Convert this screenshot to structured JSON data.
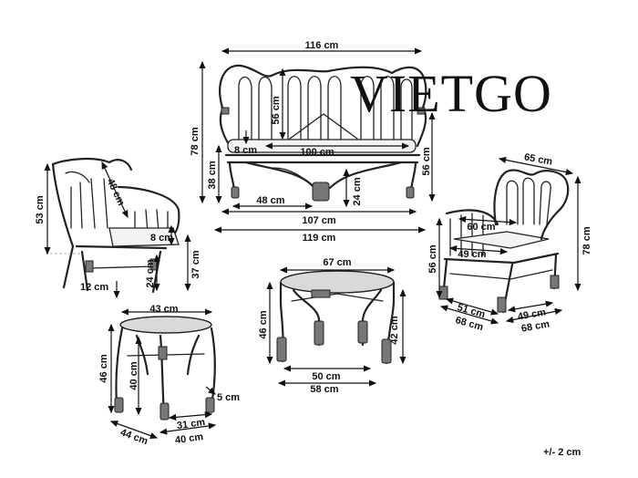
{
  "watermark": "VIETGO",
  "tolerance": "+/- 2 cm",
  "sofa": {
    "width_top": "116 cm",
    "height_total": "78 cm",
    "back_height": "56 cm",
    "seat_height": "38 cm",
    "cushion": "8 cm",
    "seat_width": "100 cm",
    "side_height": "56 cm",
    "inner_leg": "48 cm",
    "leg_height": "24 cm",
    "width_mid": "107 cm",
    "width_bottom": "119 cm"
  },
  "left_chair": {
    "height": "53 cm",
    "back_diag": "48 cm",
    "cushion": "8 cm",
    "leg_height": "24 cm",
    "total_height": "37 cm",
    "leg_width": "12 cm"
  },
  "coffee_table": {
    "top": "67 cm",
    "height": "46 cm",
    "inner_height": "42 cm",
    "inner_width": "50 cm",
    "outer_width": "58 cm"
  },
  "side_table": {
    "top": "43 cm",
    "height": "46 cm",
    "inner_height": "40 cm",
    "leg": "5 cm",
    "inner_width": "31 cm",
    "depth": "44 cm",
    "width": "40 cm"
  },
  "right_chair": {
    "width_top": "65 cm",
    "seat_depth": "60 cm",
    "seat_width": "49 cm",
    "height_left": "56 cm",
    "height_total": "78 cm",
    "depth_inner": "51 cm",
    "width_inner": "49 cm",
    "depth": "68 cm",
    "width": "68 cm"
  }
}
